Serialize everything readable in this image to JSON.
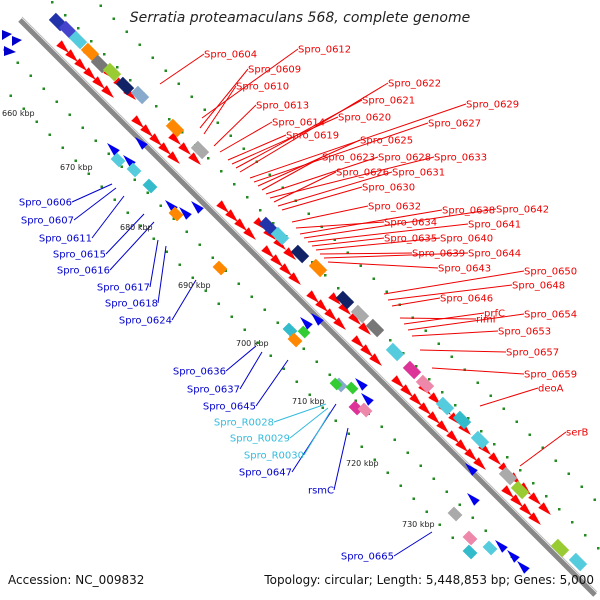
{
  "header": {
    "title": "Serratia proteamaculans 568, complete genome"
  },
  "footer": {
    "accession": "Accession: NC_009832",
    "summary": "Topology: circular; Length: 5,448,853 bp; Genes: 5,000"
  },
  "colors": {
    "forward_genes": "#ff0000",
    "reverse_genes": "#0000ff",
    "rna_genes": "#33ccdd",
    "backbone": "#888888",
    "tick_dots": "#228b22"
  },
  "scale_ticks": [
    "660 kbp",
    "670 kbp",
    "680 kbp",
    "690 kbp",
    "700 kbp",
    "710 kbp",
    "720 kbp",
    "730 kbp"
  ],
  "labels_forward": [
    "Spro_0604",
    "Spro_0612",
    "Spro_0609",
    "Spro_0610",
    "Spro_0613",
    "Spro_0614",
    "Spro_0619",
    "Spro_0620",
    "Spro_0621",
    "Spro_0622",
    "Spro_0629",
    "Spro_0627",
    "Spro_0625",
    "Spro_0623",
    "Spro_0628",
    "Spro_0633",
    "Spro_0626",
    "Spro_0631",
    "Spro_0630",
    "Spro_0632",
    "Spro_0634",
    "Spro_0638",
    "Spro_0642",
    "Spro_0641",
    "Spro_0635",
    "Spro_0640",
    "Spro_0639",
    "Spro_0644",
    "Spro_0643",
    "Spro_0650",
    "Spro_0648",
    "Spro_0646",
    "rimI",
    "prfC",
    "Spro_0654",
    "Spro_0653",
    "Spro_0657",
    "Spro_0659",
    "deoA",
    "serB"
  ],
  "labels_reverse": [
    "Spro_0606",
    "Spro_0607",
    "Spro_0611",
    "Spro_0615",
    "Spro_0616",
    "Spro_0617",
    "Spro_0618",
    "Spro_0624",
    "Spro_0636",
    "Spro_0637",
    "Spro_0645",
    "Spro_0647",
    "rsmC",
    "Spro_0665"
  ],
  "labels_rna": [
    "Spro_R0028",
    "Spro_R0029",
    "Spro_R0030"
  ]
}
